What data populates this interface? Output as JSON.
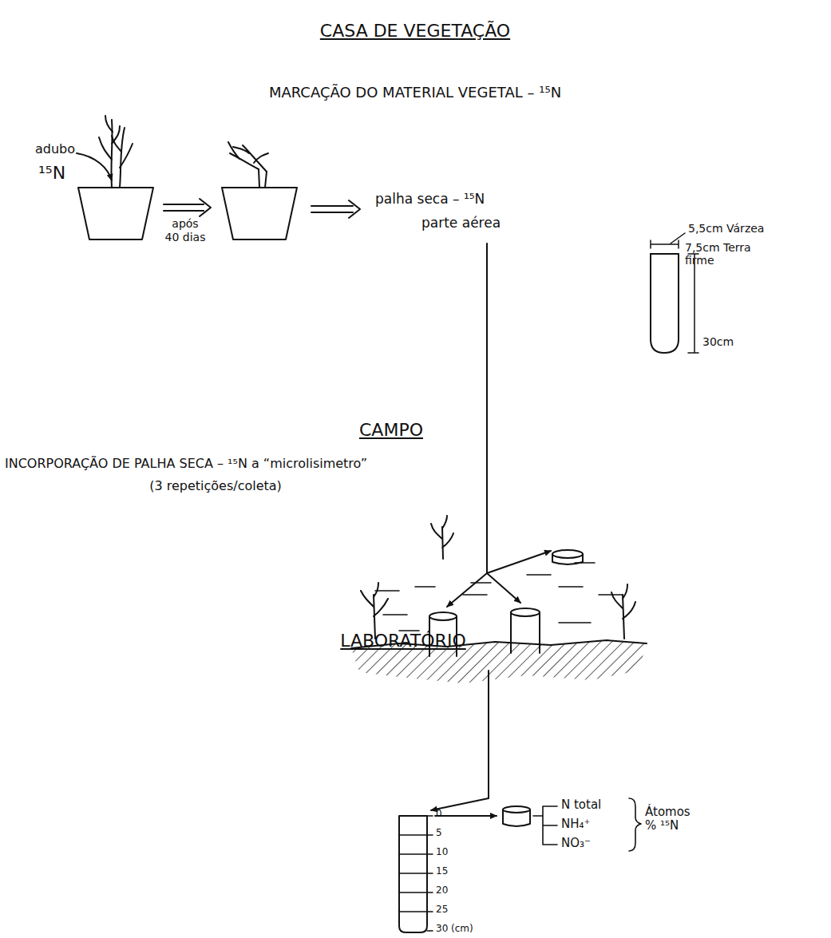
{
  "diagram": {
    "title": "CASA DE VEGETAÇÃO",
    "labels": [
      "MARCAÇÃO DO MATERIAL VEGETAL – ¹⁵N",
      "adubo",
      "¹⁵N",
      "após",
      "40 dias",
      "palha seca – ¹⁵N",
      "parte aérea",
      "5,5cm Várzea",
      "7,5cm Terra firme",
      "30cm",
      "CAMPO",
      "INCORPORAÇÃO DE PALHA SECA – ¹⁵N a “microlisimetro”",
      "(3 repetições/coleta)",
      "LABORATÓRIO",
      "0",
      "5",
      "10",
      "15",
      "20",
      "25",
      "30 (cm)",
      "N total",
      "NH₄⁺",
      "NO₃⁻",
      "Átomos % ¹⁵N"
    ]
  }
}
